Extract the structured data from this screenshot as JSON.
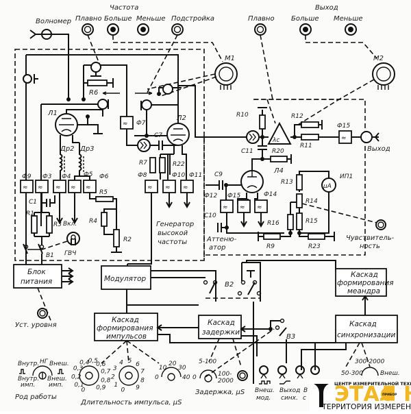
{
  "diagram": {
    "type": "schematic",
    "top_controls": {
      "wavemeter": "Волномер",
      "frequency_group": "Частота",
      "freq_smooth": "Плавно",
      "freq_more": "Больше",
      "freq_less": "Меньше",
      "freq_trim": "Подстройка",
      "output_smooth": "Плавно",
      "output_group": "Выход",
      "output_more": "Больше",
      "output_less": "Меньше"
    },
    "motors": {
      "m1": "M1",
      "m2": "M2"
    },
    "tubes": {
      "l1": "Л1",
      "l2": "Л2",
      "l4": "Л4"
    },
    "chokes": {
      "dr2": "Др2",
      "dr3": "Др3"
    },
    "filters": {
      "f3": "Ф3",
      "f4": "Ф4",
      "f5": "Ф5",
      "f6": "Ф6",
      "f7": "Ф7",
      "f8": "Ф8",
      "f9": "Ф9",
      "f10": "Ф10",
      "f11": "Ф11",
      "f12": "Ф12",
      "f14": "Ф14",
      "f15a": "Ф15",
      "f15b": "Ф15"
    },
    "resistors": {
      "r1": "R1",
      "r2": "R2",
      "r3": "R3",
      "r4": "R4",
      "r5": "R5",
      "r6": "R6",
      "r7": "R7",
      "r9": "R9",
      "r10": "R10",
      "r11": "R11",
      "r12": "R12",
      "r13": "R13",
      "r14": "R14",
      "r15": "R15",
      "r16": "R16",
      "r20": "R20",
      "r22": "R22",
      "r23": "R23"
    },
    "capacitors": {
      "c1": "C1",
      "c7": "C7",
      "c9": "C9",
      "c10": "C10",
      "c11": "C11"
    },
    "misc": {
      "lambda": "λc",
      "meter_label": "ИП1",
      "meter_unit": "μA",
      "output_connector": "Выход",
      "switch_b1": "B1",
      "switch_b2": "B2",
      "switch_b3": "B3",
      "hf_on": "Вкл.",
      "hf_gen_short": "ГВЧ",
      "hf_generator": [
        "Генератор",
        "высокой",
        "частоты"
      ],
      "attenuator": [
        "Аттеню-",
        "атор"
      ],
      "sensitivity": [
        "Чувствитель-",
        "ность"
      ],
      "level_set": "Уст. уровня"
    },
    "blocks": {
      "power_supply": [
        "Блок",
        "питания"
      ],
      "modulator": "Модулятор",
      "meander": [
        "Каскад",
        "формирования",
        "меандра"
      ],
      "pulse_forming": [
        "Каскад",
        "формирования",
        "импульсов"
      ],
      "delay": [
        "Каскад",
        "задержки"
      ],
      "sync": [
        "Каскад",
        "синхронизации"
      ]
    },
    "mode_knob": {
      "title": "Род работы",
      "center": "НГ",
      "int_mod": "Внутр.",
      "ext_mod": "Внеш.",
      "int_pulse": [
        "Внутр.",
        "имп."
      ],
      "ext_pulse": [
        "Внеш.",
        "имп."
      ]
    },
    "pulse_width": {
      "title": "Длительность импульса, μS",
      "knob1_ticks": [
        "0",
        "0,1",
        "0,2",
        "0,3",
        "0,4",
        "0,5",
        "0,6",
        "0,7",
        "0,8",
        "0,9"
      ],
      "knob2_ticks": [
        "0",
        "1",
        "2",
        "3",
        "4",
        "5",
        "6",
        "7",
        "8",
        "9"
      ],
      "knob3_ticks": [
        "0",
        "10",
        "20",
        "30",
        "40"
      ]
    },
    "delay_knob": {
      "title": "Задержка, μS",
      "range1": "5-100",
      "range2": [
        "100-",
        "2000"
      ],
      "zero": "0"
    },
    "sync_knob": {
      "range1": "50-300",
      "range2": "300-2000",
      "ext": "Внеш."
    },
    "bottom_jacks": {
      "ext_mod": [
        "Внеш.",
        "мод."
      ],
      "sync_out": [
        "Выход",
        "синх."
      ],
      "sync_in_partial": [
        "В",
        "с"
      ]
    }
  },
  "watermark": {
    "top_line": "ЦЕНТР ИЗМЕРИТЕЛЬНОЙ ТЕХНИКИ",
    "brand": "ЭТАЛ   Н",
    "badge": "ПРИБОР",
    "tagline": "ТЕРРИТОРИЯ ИЗМЕРЕНИЙ",
    "brand_color": "#f2b722"
  }
}
